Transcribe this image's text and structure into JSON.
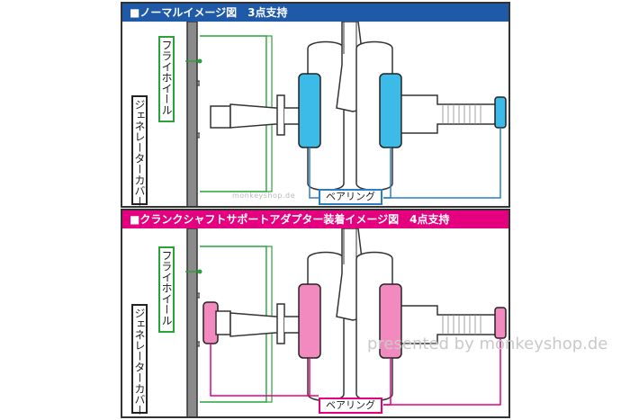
{
  "top_panel": {
    "title": "■ノーマルイメージ図　3点支持",
    "labels": {
      "flywheel": "フライホイール",
      "generator_cover": "ジェネレーターカバー",
      "bearing": "ベアリング"
    }
  },
  "bottom_panel": {
    "title": "■クランクシャフトサポートアダプター装着イメージ図　4点支持",
    "labels": {
      "flywheel": "フライホイール",
      "generator_cover": "ジェネレーターカバー",
      "bearing": "ベアリング"
    }
  },
  "watermarks": {
    "small": "monkeyshop.de",
    "big": "presented by monkeyshop.de"
  },
  "colors": {
    "top_header": "#1e5aa8",
    "bottom_header": "#e4007f",
    "top_bearing": "#3cbbe8",
    "bottom_bearing": "#f28ac0",
    "flywheel_outline": "#27a33a"
  }
}
